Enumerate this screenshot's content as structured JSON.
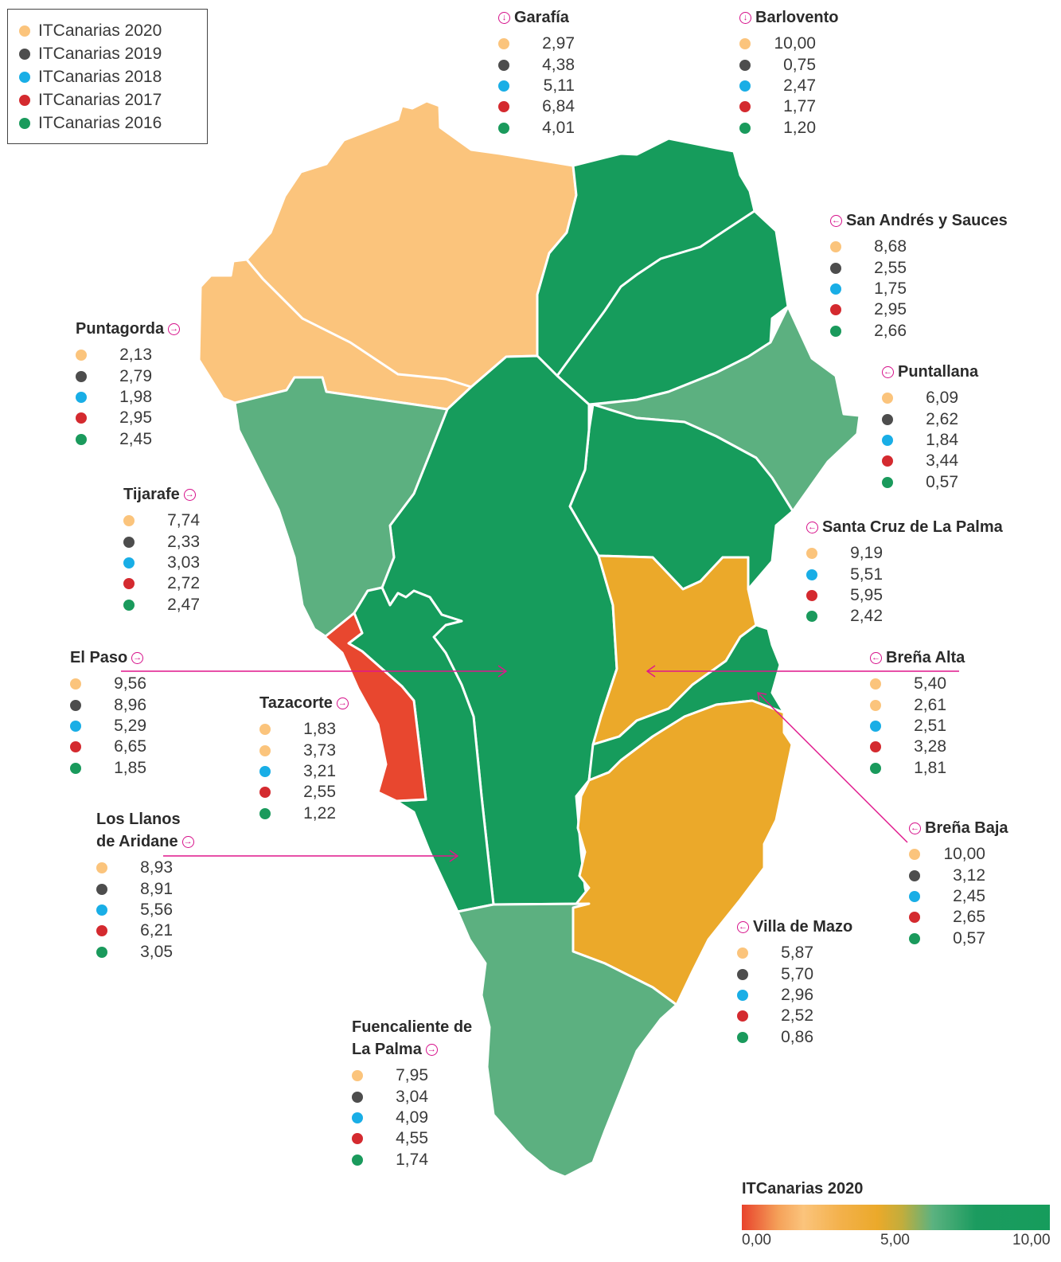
{
  "legend": [
    {
      "label": "ITCanarias 2020",
      "color": "#fbc47c"
    },
    {
      "label": "ITCanarias 2019",
      "color": "#4d4d4d"
    },
    {
      "label": "ITCanarias 2018",
      "color": "#19aee6"
    },
    {
      "label": "ITCanarias 2017",
      "color": "#d42a2f"
    },
    {
      "label": "ITCanarias 2016",
      "color": "#1a9a5c"
    }
  ],
  "region_colors": {
    "light_orange": "#fbc47c",
    "dark_green": "#169c5c",
    "medium_green": "#5cb080",
    "orange": "#eba92a",
    "red": "#e8472f",
    "arrow": "#e0168c"
  },
  "municipalities": [
    {
      "name": "Garafía",
      "values": [
        "2,97",
        "4,38",
        "5,11",
        "6,84",
        "4,01"
      ]
    },
    {
      "name": "Barlovento",
      "values": [
        "10,00",
        "0,75",
        "2,47",
        "1,77",
        "1,20"
      ]
    },
    {
      "name": "San Andrés y Sauces",
      "values": [
        "8,68",
        "2,55",
        "1,75",
        "2,95",
        "2,66"
      ]
    },
    {
      "name": "Puntagorda",
      "values": [
        "2,13",
        "2,79",
        "1,98",
        "2,95",
        "2,45"
      ]
    },
    {
      "name": "Puntallana",
      "values": [
        "6,09",
        "2,62",
        "1,84",
        "3,44",
        "0,57"
      ]
    },
    {
      "name": "Tijarafe",
      "values": [
        "7,74",
        "2,33",
        "3,03",
        "2,72",
        "2,47"
      ]
    },
    {
      "name": "Santa Cruz de La Palma",
      "values": [
        "9,19",
        "5,51",
        "5,95",
        "2,42"
      ]
    },
    {
      "name": "El Paso",
      "values": [
        "9,56",
        "8,96",
        "5,29",
        "6,65",
        "1,85"
      ]
    },
    {
      "name": "Tazacorte",
      "values": [
        "1,83",
        "3,73",
        "3,21",
        "2,55",
        "1,22"
      ]
    },
    {
      "name": "Breña Alta",
      "values": [
        "5,40",
        "2,61",
        "2,51",
        "3,28",
        "1,81"
      ]
    },
    {
      "name_line1": "Los Llanos",
      "name_line2": "de Aridane",
      "values": [
        "8,93",
        "8,91",
        "5,56",
        "6,21",
        "3,05"
      ]
    },
    {
      "name": "Breña Baja",
      "values": [
        "10,00",
        "3,12",
        "2,45",
        "2,65",
        "0,57"
      ]
    },
    {
      "name": "Villa de Mazo",
      "values": [
        "5,87",
        "5,70",
        "2,96",
        "2,52",
        "0,86"
      ]
    },
    {
      "name_line1": "Fuencaliente de",
      "name_line2": "La Palma",
      "values": [
        "7,95",
        "3,04",
        "4,09",
        "4,55",
        "1,74"
      ]
    }
  ],
  "scale": {
    "title": "ITCanarias 2020",
    "ticks": [
      "0,00",
      "5,00",
      "10,00"
    ]
  }
}
